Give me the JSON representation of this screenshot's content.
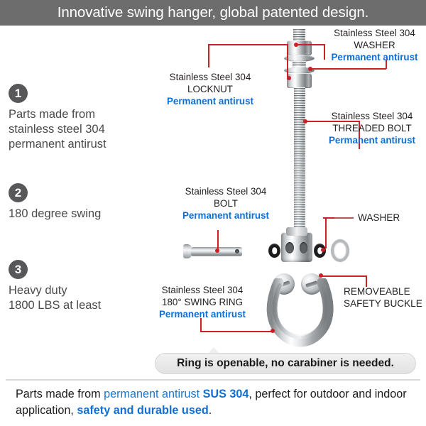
{
  "header": {
    "title": "Innovative swing hanger, global patented design."
  },
  "features": [
    {
      "number": "1",
      "text": "Parts made from\nstainless steel 304\npermanent antirust"
    },
    {
      "number": "2",
      "text": "180 degree swing"
    },
    {
      "number": "3",
      "text": "Heavy duty\n1800 LBS at least"
    }
  ],
  "callouts": {
    "washer_top": {
      "line1": "Stainless Steel 304",
      "line2": "WASHER",
      "line3": "Permanent antirust"
    },
    "locknut": {
      "line1": "Stainless Steel 304",
      "line2": "LOCKNUT",
      "line3": "Permanent antirust"
    },
    "threaded_bolt": {
      "line1": "Stainless Steel 304",
      "line2": "THREADED BOLT",
      "line3": "Permanent antirust"
    },
    "bolt": {
      "line1": "Stainless Steel 304",
      "line2": "BOLT",
      "line3": "Permanent antirust"
    },
    "washer_right": {
      "line1": "WASHER"
    },
    "swing_ring": {
      "line1": "Stainless Steel 304",
      "line2": "180° SWING  RING",
      "line3": "Permanent antirust"
    },
    "safety_buckle": {
      "line1": "REMOVEABLE",
      "line2": "SAFETY BUCKLE"
    }
  },
  "pill": {
    "text": "Ring is openable, no carabiner is needed."
  },
  "footer": {
    "part1": "Parts made from ",
    "part2": "permanent antirust ",
    "part3": "SUS 304",
    "part4": ", perfect for outdoor and indoor application, ",
    "part5": "safety and durable used",
    "part6": "."
  },
  "colors": {
    "banner_background": "#6d6d6d",
    "banner_text": "#ffffff",
    "badge_background": "#58585a",
    "accent_blue": "#0b6fd8",
    "leader_red": "#cc2027",
    "body_text": "#4a4a4a",
    "pill_background": "#ececec"
  }
}
